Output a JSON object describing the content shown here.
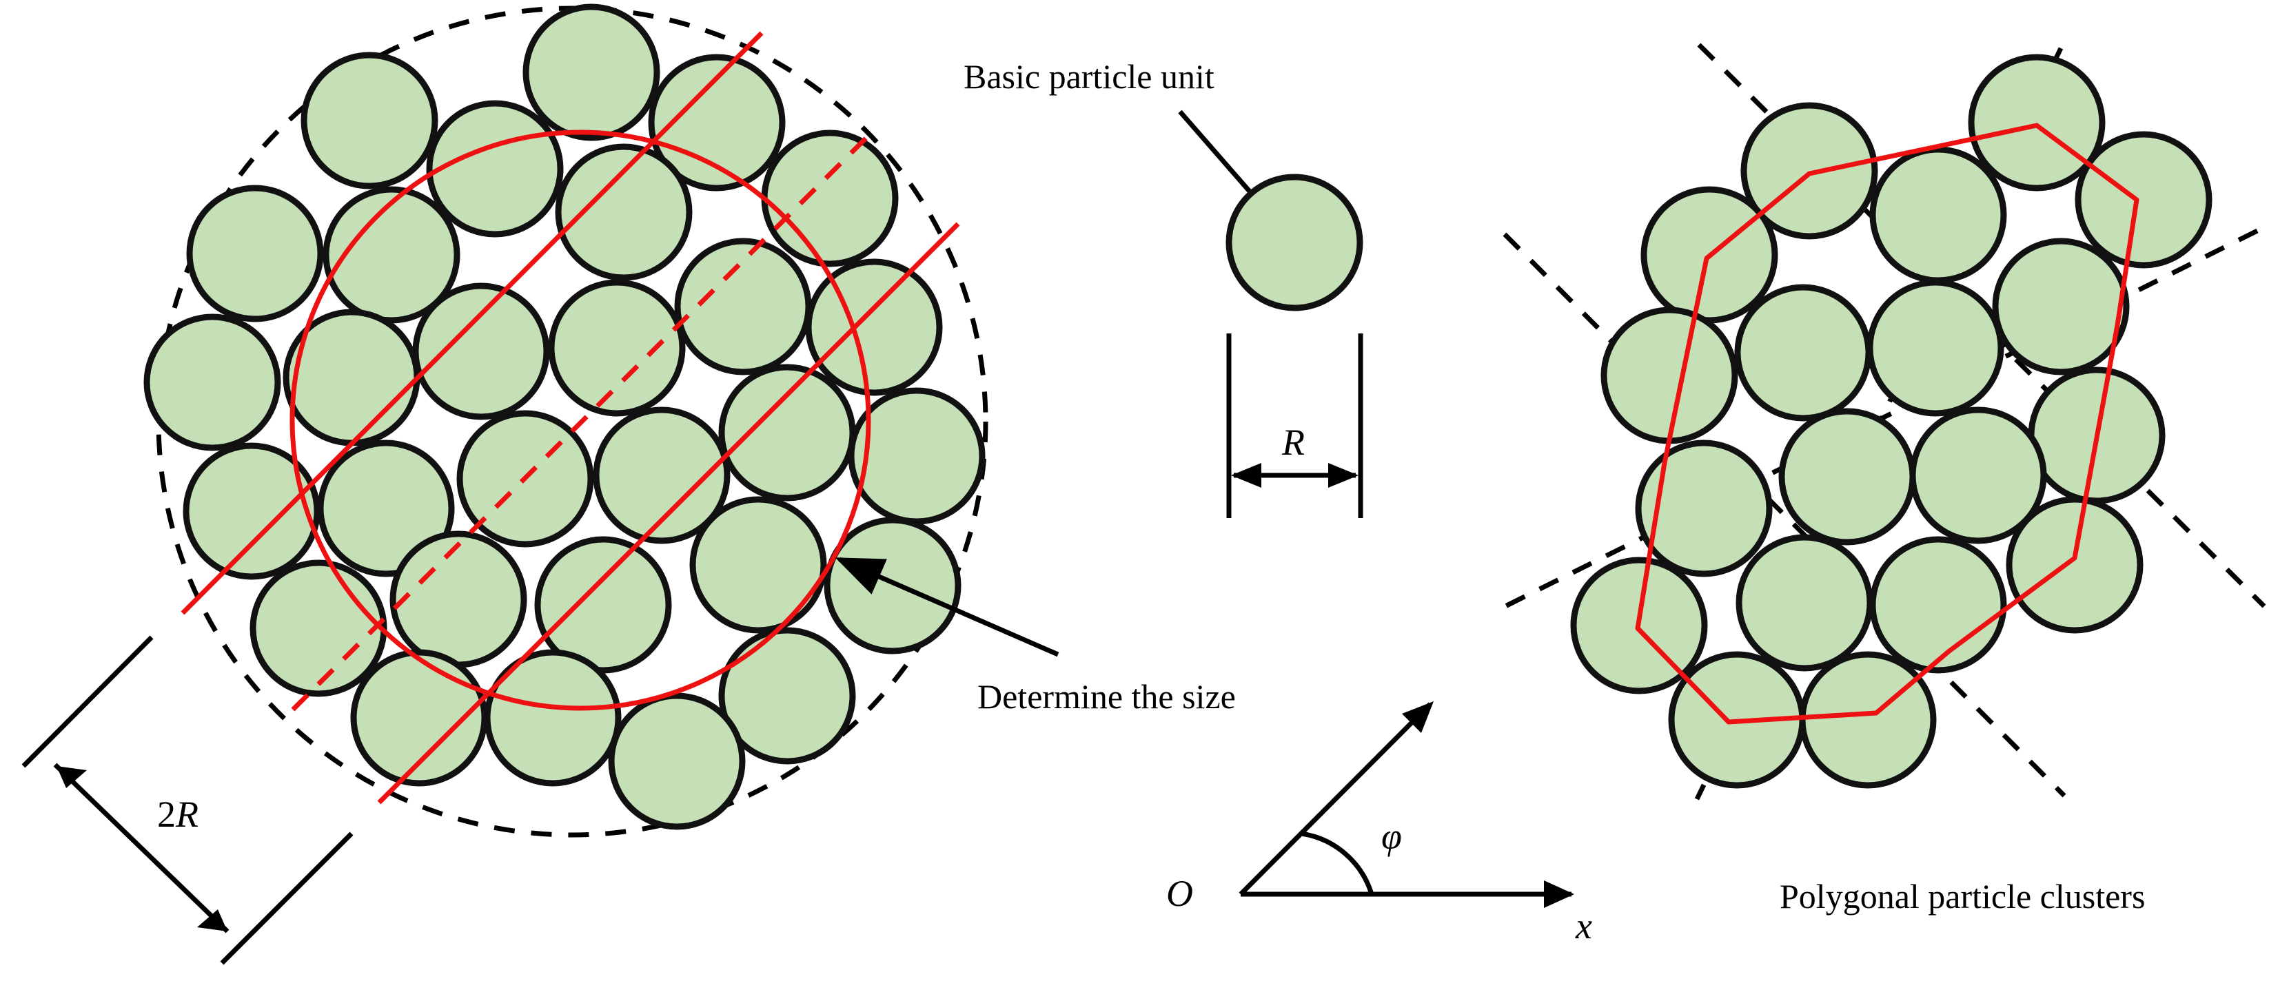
{
  "labels": {
    "basic_particle_unit": "Basic particle unit",
    "determine_size": "Determine the size",
    "polygonal_clusters": "Polygonal particle clusters",
    "radius_symbol": "R",
    "diameter_coef": "2",
    "diameter_symbol": "R",
    "angle_symbol": "φ",
    "origin_symbol": "O",
    "x_axis_symbol": "x"
  },
  "colors": {
    "particle_fill": "#c5dfb7",
    "particle_stroke": "#111111",
    "red": "#ee1111",
    "line": "#000000"
  },
  "icons": {
    "particle": "circle",
    "arrow": "arrowhead"
  }
}
